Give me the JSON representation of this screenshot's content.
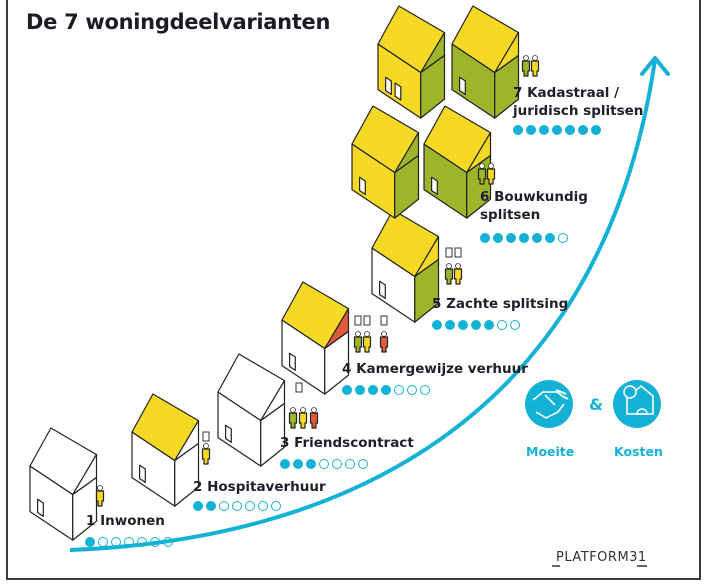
{
  "title": "De 7 woningdeelvarianten",
  "colors": {
    "accent": "#14b1d6",
    "yellow": "#f5d924",
    "green": "#9db52a",
    "red": "#e05a3a",
    "outline": "#222222"
  },
  "variants": [
    {
      "number": "1",
      "label": "Inwonen",
      "line1": "1 Inwonen",
      "line2": "",
      "score": 1,
      "max": 7
    },
    {
      "number": "2",
      "label": "Hospitaverhuur",
      "line1": "2 Hospitaverhuur",
      "line2": "",
      "score": 2,
      "max": 7
    },
    {
      "number": "3",
      "label": "Friendscontract",
      "line1": "3 Friendscontract",
      "line2": "",
      "score": 3,
      "max": 7
    },
    {
      "number": "4",
      "label": "Kamergewijze verhuur",
      "line1": "4 Kamergewijze verhuur",
      "line2": "",
      "score": 4,
      "max": 7
    },
    {
      "number": "5",
      "label": "Zachte splitsing",
      "line1": "5 Zachte splitsing",
      "line2": "",
      "score": 5,
      "max": 7
    },
    {
      "number": "6",
      "label": "Bouwkundig splitsen",
      "line1": "6 Bouwkundig",
      "line2": "splitsen",
      "score": 6,
      "max": 7
    },
    {
      "number": "7",
      "label": "Kadastraal / juridisch splitsen",
      "line1": "7 Kadastraal /",
      "line2": "juridisch splitsen",
      "score": 7,
      "max": 7
    }
  ],
  "legend": {
    "effort_label": "Moeite",
    "ampersand": "&",
    "cost_label": "Kosten",
    "effort_icon": "handshake-icon",
    "cost_icon": "euro-house-icon"
  },
  "logo": "PLATFORM31"
}
